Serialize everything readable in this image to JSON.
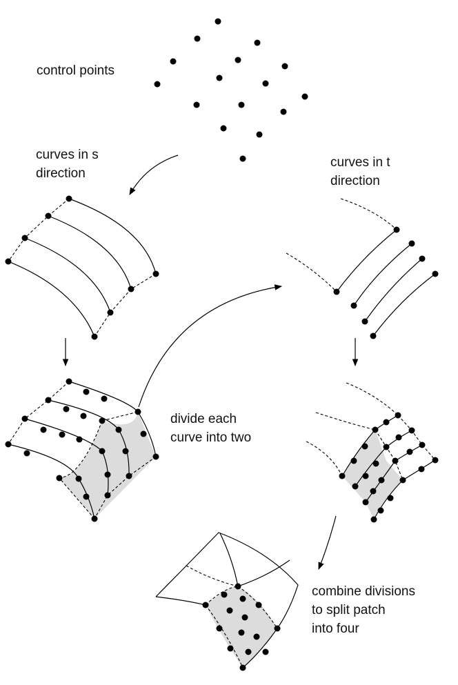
{
  "labels": {
    "control_points": "control points",
    "curves_s_line1": "curves in s",
    "curves_s_line2": "direction",
    "curves_t_line1": "curves in t",
    "curves_t_line2": "direction",
    "divide_line1": "divide each",
    "divide_line2": "curve into two",
    "combine_line1": "combine divisions",
    "combine_line2": "to split patch",
    "combine_line3": "into four"
  },
  "colors": {
    "ink": "#000000",
    "shade": "#dcdcdc",
    "background": "#ffffff"
  }
}
